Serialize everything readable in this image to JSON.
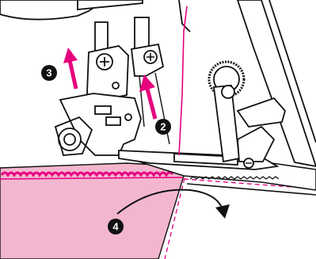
{
  "colors": {
    "ink": "#111111",
    "accent": "#e6007e",
    "fabric": "#f3b6cf",
    "background": "#ffffff"
  },
  "steps": [
    {
      "id": "step-3",
      "label": "3",
      "arrow": "arrow-up"
    },
    {
      "id": "step-2",
      "label": "2",
      "arrow": "arrow-up"
    },
    {
      "id": "step-4",
      "label": "4",
      "arrow": "arrow-curved"
    }
  ]
}
